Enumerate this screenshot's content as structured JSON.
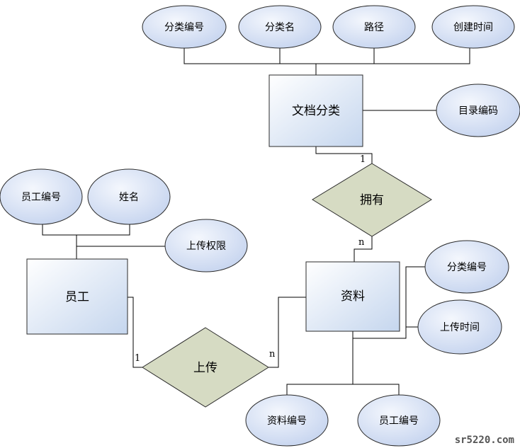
{
  "entities": {
    "doc_category": "文档分类",
    "employee": "员工",
    "material": "资料"
  },
  "relationships": {
    "owns": "拥有",
    "upload": "上传"
  },
  "attributes": {
    "category_id": "分类编号",
    "category_name": "分类名",
    "path": "路径",
    "created_time": "创建时间",
    "catalog_code": "目录编码",
    "employee_id": "员工编号",
    "name": "姓名",
    "upload_permission": "上传权限",
    "material_category_id": "分类编号",
    "upload_time": "上传时间",
    "material_id": "资料编号",
    "material_employee_id": "员工编号"
  },
  "cardinality": {
    "owns_category": "1",
    "owns_material": "n",
    "upload_employee": "1",
    "upload_material": "n"
  },
  "watermark": "sr5220.com"
}
